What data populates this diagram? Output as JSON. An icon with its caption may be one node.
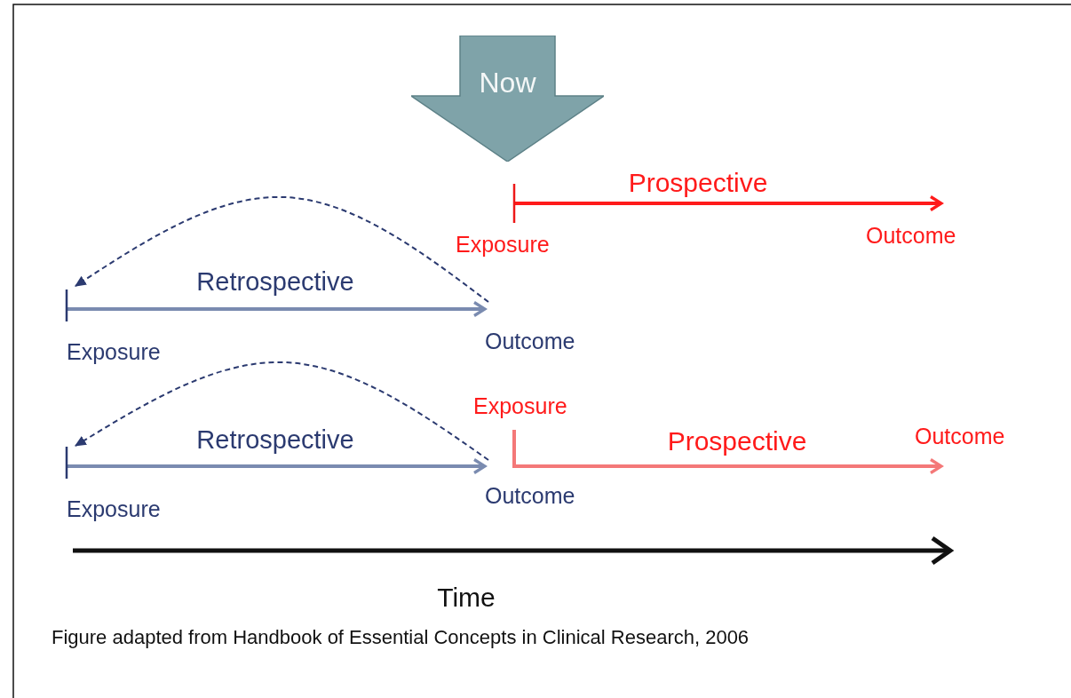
{
  "diagram": {
    "caption": "Figure adapted from Handbook of Essential Concepts in Clinical Research, 2006",
    "nodes": [
      {
        "text": [
          "Now"
        ]
      },
      {
        "text": [
          "Exposure"
        ]
      },
      {
        "text": [
          "Outcome"
        ]
      },
      {
        "text": [
          "Exposure"
        ]
      },
      {
        "text": [
          "Outcome"
        ]
      },
      {
        "text": [
          "Exposure"
        ]
      },
      {
        "text": [
          "Outcome"
        ]
      },
      {
        "text": [
          "Exposure"
        ]
      },
      {
        "text": [
          "Outcome"
        ]
      }
    ],
    "edges": [
      {
        "from": 1,
        "to": 2,
        "arrow": "to",
        "label": "Prospective",
        "color": "#ff1a1a"
      },
      {
        "from": 3,
        "to": 4,
        "arrow": "to",
        "label": "Retrospective"
      },
      {
        "from": 4,
        "to": 3,
        "arrow": "to",
        "style": "dashed",
        "color": "#2b3a70"
      },
      {
        "from": 7,
        "to": 8,
        "arrow": "to",
        "label": "Retrospective"
      },
      {
        "from": 8,
        "to": 7,
        "arrow": "to",
        "style": "dashed",
        "color": "#2b3a70"
      },
      {
        "from": 5,
        "to": 6,
        "arrow": "to",
        "label": "Prospective",
        "color": "#f47878"
      }
    ],
    "labels": [
      "Time"
    ]
  }
}
